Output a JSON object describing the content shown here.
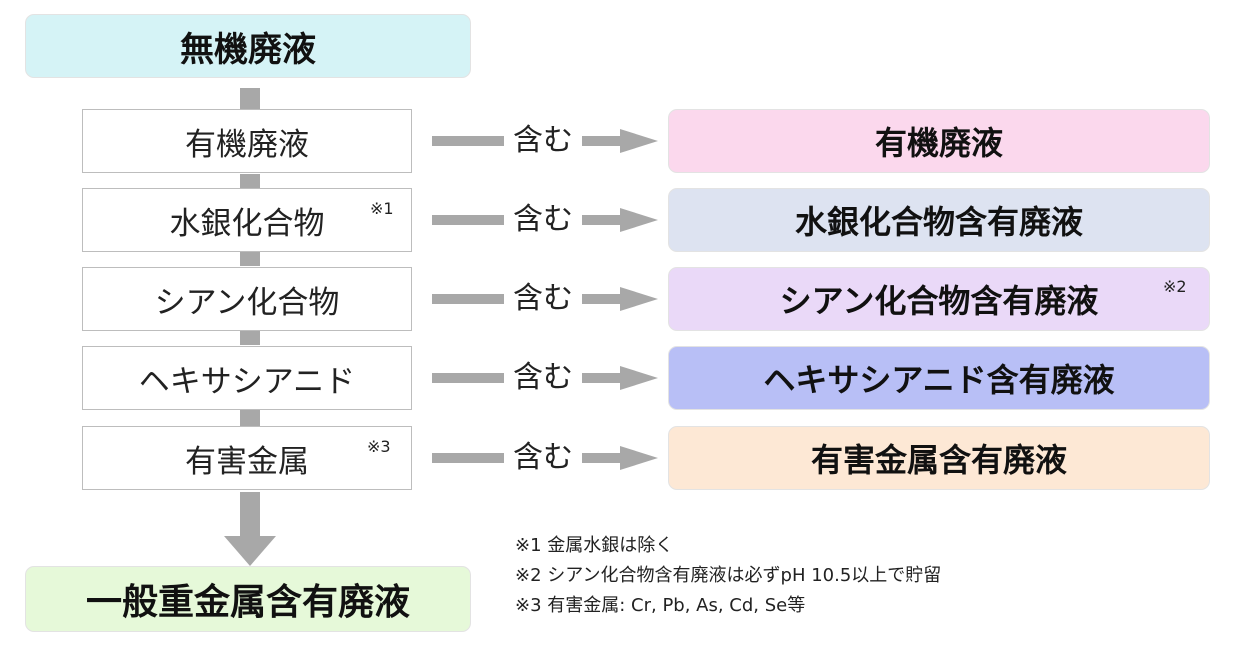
{
  "top": {
    "label": "無機廃液",
    "color": "#d5f3f6"
  },
  "bottom": {
    "label": "一般重金属含有廃液",
    "color": "#e6f9d9"
  },
  "connector": "含む",
  "rows": [
    {
      "check": "有機廃液",
      "note": "",
      "result": "有機廃液",
      "result_note": "",
      "color": "#fbd8ed"
    },
    {
      "check": "水銀化合物",
      "note": "※1",
      "result": "水銀化合物含有廃液",
      "result_note": "",
      "color": "#dde3f1"
    },
    {
      "check": "シアン化合物",
      "note": "",
      "result": "シアン化合物含有廃液",
      "result_note": "※2",
      "color": "#ead9f8"
    },
    {
      "check": "ヘキサシアニド",
      "note": "",
      "result": "ヘキサシアニド含有廃液",
      "result_note": "",
      "color": "#b8bff6"
    },
    {
      "check": "有害金属",
      "note": "※3",
      "result": "有害金属含有廃液",
      "result_note": "",
      "color": "#fde8d5"
    }
  ],
  "footnotes": [
    "※1  金属水銀は除く",
    "※2  シアン化合物含有廃液は必ずpH 10.5以上で貯留",
    "※3  有害金属: Cr, Pb, As, Cd, Se等"
  ]
}
